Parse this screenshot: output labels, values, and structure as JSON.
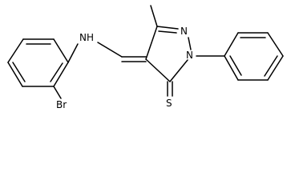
{
  "molecule": {
    "atoms": {
      "nh": "NH",
      "n_ring": "N",
      "n_phenyl": "N",
      "s": "S",
      "br": "Br"
    }
  },
  "colors": {
    "bond": "#000000",
    "label": "#000000",
    "background": "#ffffff"
  }
}
